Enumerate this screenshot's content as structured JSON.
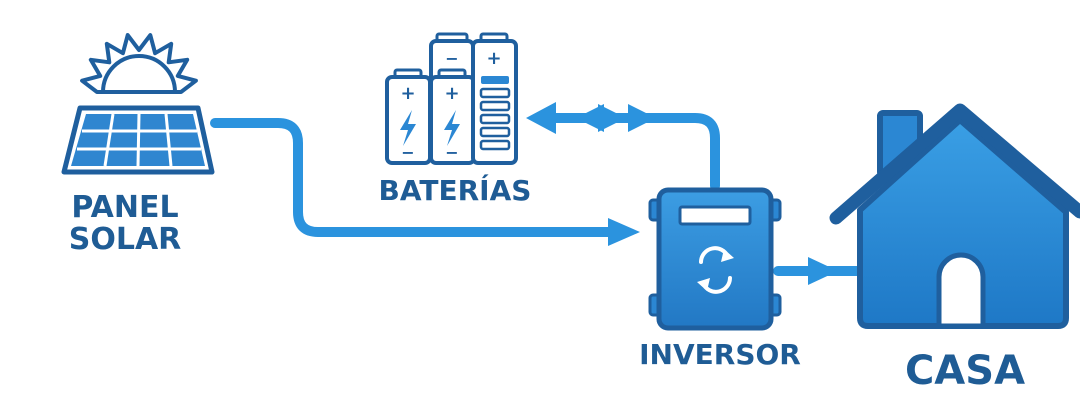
{
  "labels": {
    "solar_line1": "PANEL",
    "solar_line2": "SOLAR",
    "batteries": "BATERÍAS",
    "inverter": "INVERSOR",
    "house": "CASA"
  },
  "battery_symbols": {
    "plus": "+",
    "minus": "−"
  },
  "colors": {
    "dark_blue": "#1f5f9e",
    "mid_blue": "#2b87d3",
    "light_blue": "#3a9fe5",
    "label": "#1f5c95"
  },
  "icons": {
    "solar": "solar-panel-sun-icon",
    "batteries": "battery-pack-icon",
    "inverter": "inverter-device-icon",
    "house": "house-icon"
  }
}
